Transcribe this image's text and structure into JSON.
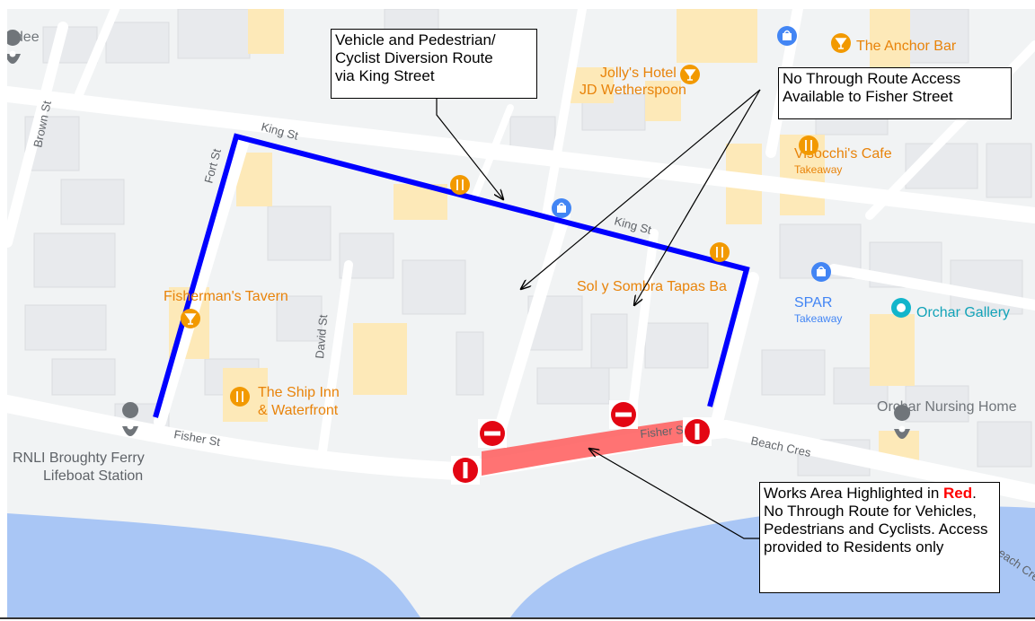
{
  "colors": {
    "water": "#a9c6f5",
    "land": "#f1f3f4",
    "road": "#ffffff",
    "building": "#e8eaed",
    "poi_zone": "#fde9b8",
    "diversion_route": "#0000ff",
    "works_area": "#ff5a5a",
    "poi_food": "#f29900",
    "poi_shop": "#4285f4",
    "poi_gallery": "#12b5cb",
    "poi_generic": "#70757a"
  },
  "streets": {
    "king_st_1": "King St",
    "king_st_2": "King St",
    "fort_st": "Fort St",
    "brown_st": "Brown St",
    "david_st": "David St",
    "fisher_st_1": "Fisher St",
    "fisher_st_2": "Fisher S",
    "beach_cres_1": "Beach Cres",
    "beach_cres_2": "each Cres"
  },
  "places": {
    "ndee": "ndee",
    "anchor_bar": "The Anchor Bar",
    "jollys_1": "Jolly's Hotel -",
    "jollys_2": "JD Wetherspoon",
    "visocchi": "Visocchi's Cafe",
    "visocchi_sub": "Takeaway",
    "sol_y_sombra": "Sol y Sombra Tapas Ba",
    "spar": "SPAR",
    "spar_sub": "Takeaway",
    "orchar_gallery": "Orchar Gallery",
    "fishermans_tavern": "Fisherman's Tavern",
    "ship_inn_1": "The Ship Inn",
    "ship_inn_2": "& Waterfront",
    "orchar_nursing": "Orchar Nursing Home",
    "rnli_1": "RNLI Broughty Ferry",
    "rnli_2": "Lifeboat Station"
  },
  "callouts": {
    "diversion": [
      "Vehicle and Pedestrian/",
      "Cyclist Diversion Route",
      "via King Street"
    ],
    "no_through": [
      "No Through Route Access",
      "Available to Fisher Street"
    ],
    "works": {
      "prefix": "Works Area Highlighted in",
      "red_word": "Red",
      "rest": ". No Through Route for Vehicles, Pedestrians and Cyclists. Access provided to Residents only"
    }
  },
  "icons": {
    "no_entry": "no-entry-sign",
    "food": "fork-knife-icon",
    "bar": "cocktail-icon",
    "shop": "shopping-bag-icon",
    "gallery": "gallery-icon",
    "pin": "map-pin-icon"
  }
}
